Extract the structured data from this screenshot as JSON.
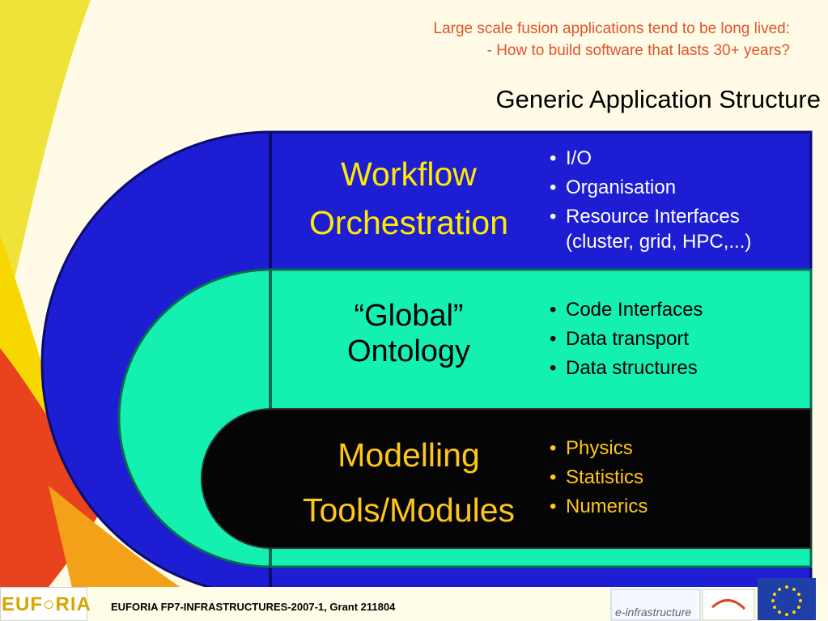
{
  "header": {
    "subtitle_line1": "Large scale fusion applications tend to be long lived:",
    "subtitle_line2": "- How to build software that lasts 30+ years?",
    "title": "Generic Application Structure"
  },
  "layers": [
    {
      "title_line1": "Workflow",
      "title_line2": "Orchestration",
      "bullets": [
        "I/O",
        "Organisation",
        "Resource Interfaces"
      ],
      "bullet3_continuation": "(cluster, grid, HPC,...)"
    },
    {
      "title_line1": "“Global”",
      "title_line2": "Ontology",
      "bullets": [
        "Code Interfaces",
        "Data transport",
        "Data structures"
      ]
    },
    {
      "title_line1": "Modelling",
      "title_line2": "Tools/Modules",
      "bullets": [
        "Physics",
        "Statistics",
        "Numerics"
      ]
    }
  ],
  "footer": {
    "text": "EUFORIA FP7-INFRASTRUCTURES-2007-1, Grant 211804",
    "logo_text": "EUF○RIA",
    "einfra_text": "e-infrastructure"
  },
  "colors": {
    "background": "#fffbe6",
    "accent_orange": "#e0542a",
    "workflow_band": "#1d1dd4",
    "ontology_band": "#14f0b0",
    "modelling_band": "#050505",
    "workflow_title": "#ffeb00",
    "modelling_text": "#ffc61a"
  }
}
